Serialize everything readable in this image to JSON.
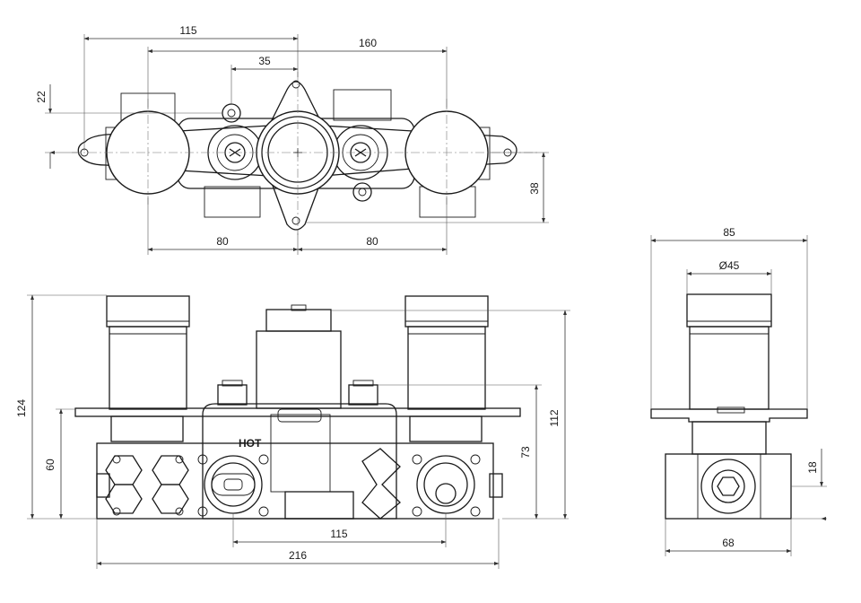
{
  "top_view": {
    "dims": {
      "width_115": "115",
      "width_160": "160",
      "width_35": "35",
      "height_22": "22",
      "height_38": "38",
      "spacing_80_left": "80",
      "spacing_80_right": "80"
    }
  },
  "front_view": {
    "label": "HOT",
    "dims": {
      "height_124": "124",
      "height_60": "60",
      "height_73": "73",
      "height_112": "112",
      "width_115": "115",
      "width_216": "216"
    }
  },
  "side_view": {
    "dims": {
      "width_85": "85",
      "diameter_45": "Ø45",
      "height_18": "18",
      "width_68": "68"
    }
  }
}
